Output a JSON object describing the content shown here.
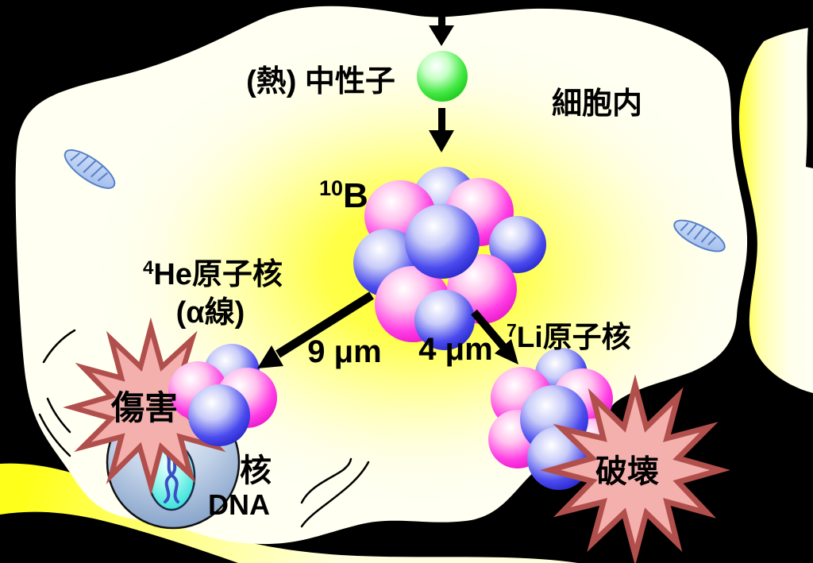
{
  "title": "BNCT boron neutron capture reaction inside a cell",
  "labels": {
    "neutron": "(熱) 中性子",
    "cell_interior": "細胞内",
    "boron": {
      "sup": "10",
      "symbol": "B"
    },
    "helium": {
      "sup": "4",
      "name": "He原子核"
    },
    "alpha": "(α線)",
    "range_he": "9 μm",
    "range_li": "4 μm",
    "lithium": {
      "sup": "7",
      "name": "Li原子核"
    },
    "damage": "傷害",
    "nucleus": "核",
    "dna": "DNA",
    "destruction": "破壊"
  },
  "colors": {
    "background": "#000000",
    "cell_fill": "#FFFFF2",
    "glow_core": "#FFFF2B",
    "neighbor_yellow": "#FFFF1C",
    "nucleon_blue": "#2C2CDA",
    "nucleon_pink": "#FF32E0",
    "neutron_green": "#2ADE2A",
    "cell_nucleus_blue_gray": "#7E9CC6",
    "dna_oval_cyan": "#1ADCD6",
    "dna_helix_blue": "#3B4FC5",
    "starburst_fill": "#F3B0AD",
    "starburst_stroke": "#B14F4C",
    "mitochondrion_fill": "#BBD2F2",
    "mitochondrion_stroke": "#5580C8",
    "arrow": "#000000",
    "text": "#000000"
  }
}
